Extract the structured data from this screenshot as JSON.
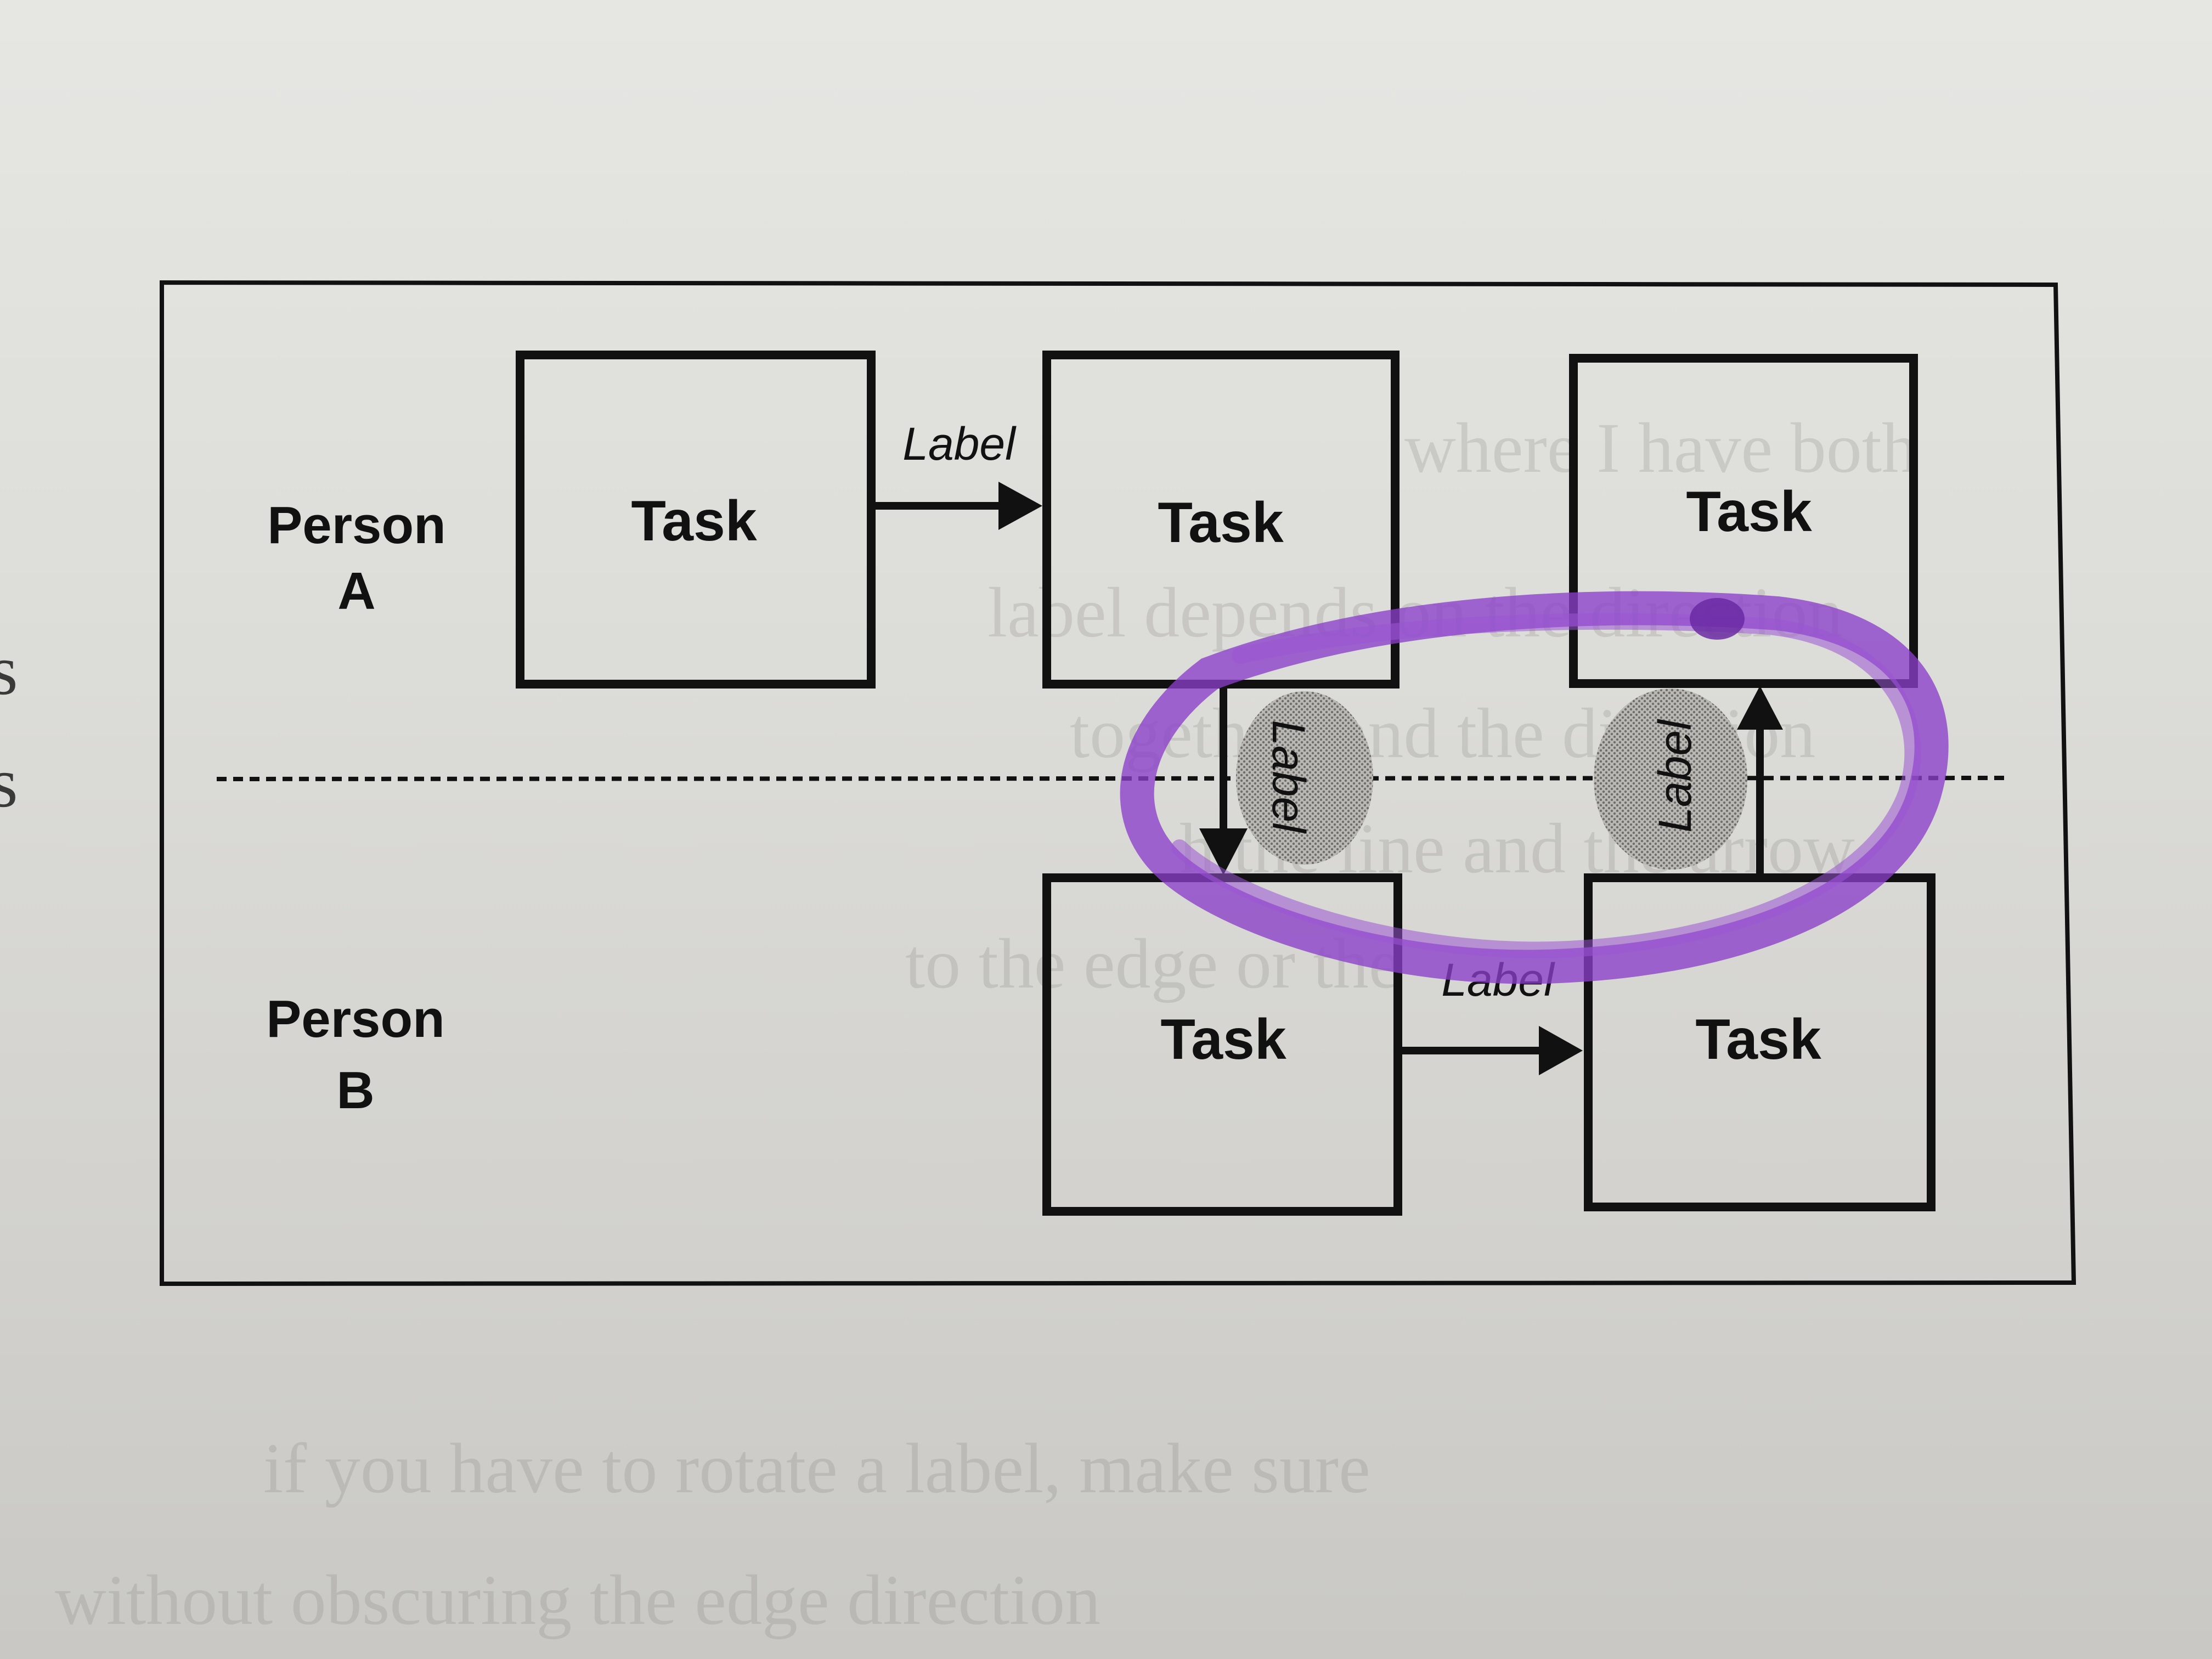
{
  "diagram": {
    "lanes": [
      {
        "label_line1": "Person",
        "label_line2": "A"
      },
      {
        "label_line1": "Person",
        "label_line2": "B"
      }
    ],
    "tasks": {
      "a1": "Task",
      "a2": "Task",
      "a3": "Task",
      "b1": "Task",
      "b2": "Task"
    },
    "edges": {
      "a1_a2": "Label",
      "a2_b1": "Label",
      "b1_b2": "Label",
      "b2_a3": "Label"
    },
    "annotation": {
      "highlight_color": "#8b3fc9",
      "badge_color": "#9e9d9a"
    }
  },
  "margin_text": [
    "s",
    "s"
  ],
  "bleed_through": [
    "where I have both",
    "label depends on the direction",
    "together, and the direction",
    "h the line and the arrow",
    "to the edge or the",
    "if you have to rotate a label, make sure",
    "without obscuring the edge direction"
  ]
}
